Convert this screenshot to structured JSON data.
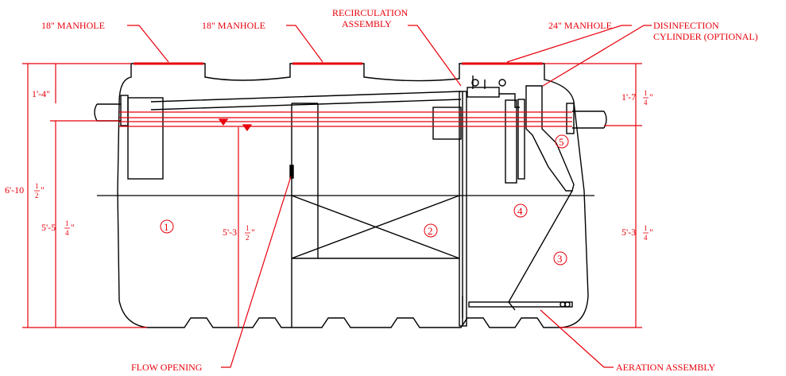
{
  "labels": {
    "manhole_1": "18\" MANHOLE",
    "manhole_2": "18\" MANHOLE",
    "manhole_3": "24\" MANHOLE",
    "recirc_line1": "RECIRCULATION",
    "recirc_line2": "ASSEMBLY",
    "disinfect_line1": "DISINFECTION",
    "disinfect_line2": "CYLINDER (OPTIONAL)",
    "flow_opening": "FLOW OPENING",
    "aeration": "AERATION ASSEMBLY"
  },
  "dimensions": {
    "left_total": {
      "whole": "6'-10",
      "num": "1",
      "den": "2",
      "suffix": "\""
    },
    "left_inlet_drop": "1'-4\"",
    "left_height": {
      "whole": "5'-5",
      "num": "1",
      "den": "4",
      "suffix": "\""
    },
    "center_height": {
      "whole": "5'-3",
      "num": "1",
      "den": "2",
      "suffix": "\""
    },
    "right_outlet_drop": {
      "whole": "1'-7",
      "num": "1",
      "den": "4",
      "suffix": "\""
    },
    "right_height": {
      "whole": "5'-3",
      "num": "1",
      "den": "4",
      "suffix": "\""
    }
  },
  "chambers": [
    "1",
    "2",
    "3",
    "4",
    "5"
  ],
  "colors": {
    "annotation": "#e8000b",
    "line": "#000000"
  }
}
